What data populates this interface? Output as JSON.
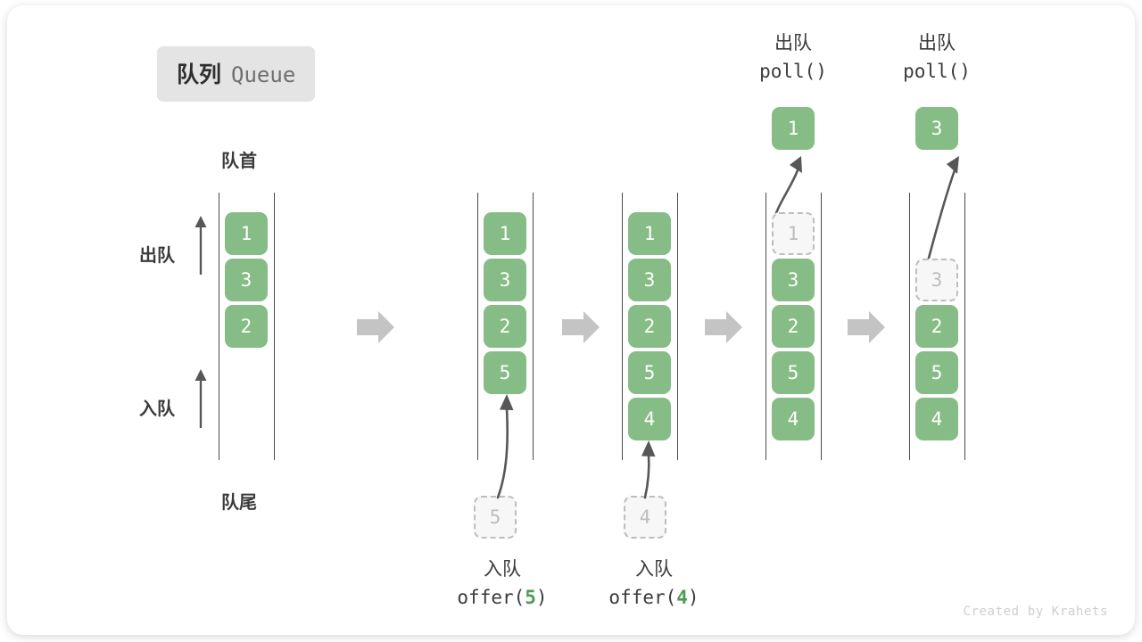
{
  "title": {
    "cn": "队列",
    "en": "Queue"
  },
  "labels": {
    "head": "队首",
    "tail": "队尾",
    "dequeue": "出队",
    "enqueue": "入队"
  },
  "watermark": "Created by Krahets",
  "colors": {
    "element": "#86bc86",
    "ghost_fill": "#f7f7f7",
    "ghost_border": "#bdbdbd",
    "rail": "#4a4a4a",
    "arrow": "#c4c4c4",
    "curve": "#575757",
    "badge_bg": "#e4e4e4",
    "text": "#3b3b3b",
    "accent_num": "#4f9a54"
  },
  "steps": [
    {
      "id": "initial",
      "header": null,
      "slots": [
        {
          "value": "1",
          "state": "filled"
        },
        {
          "value": "3",
          "state": "filled"
        },
        {
          "value": "2",
          "state": "filled"
        }
      ],
      "input": null,
      "output": null,
      "caption": null
    },
    {
      "id": "after-offer-5",
      "header": null,
      "slots": [
        {
          "value": "1",
          "state": "filled"
        },
        {
          "value": "3",
          "state": "filled"
        },
        {
          "value": "2",
          "state": "filled"
        },
        {
          "value": "5",
          "state": "filled"
        }
      ],
      "input": {
        "value": "5",
        "state": "ghost"
      },
      "output": null,
      "caption": {
        "line1": "入队",
        "fn": "offer(",
        "num": "5",
        "fn_end": ")"
      }
    },
    {
      "id": "after-offer-4",
      "header": null,
      "slots": [
        {
          "value": "1",
          "state": "filled"
        },
        {
          "value": "3",
          "state": "filled"
        },
        {
          "value": "2",
          "state": "filled"
        },
        {
          "value": "5",
          "state": "filled"
        },
        {
          "value": "4",
          "state": "filled"
        }
      ],
      "input": {
        "value": "4",
        "state": "ghost"
      },
      "output": null,
      "caption": {
        "line1": "入队",
        "fn": "offer(",
        "num": "4",
        "fn_end": ")"
      }
    },
    {
      "id": "after-poll-1",
      "header": {
        "line1": "出队",
        "line2": "poll()"
      },
      "slots": [
        {
          "value": "1",
          "state": "ghost"
        },
        {
          "value": "3",
          "state": "filled"
        },
        {
          "value": "2",
          "state": "filled"
        },
        {
          "value": "5",
          "state": "filled"
        },
        {
          "value": "4",
          "state": "filled"
        }
      ],
      "input": null,
      "output": {
        "value": "1"
      },
      "caption": null
    },
    {
      "id": "after-poll-3",
      "header": {
        "line1": "出队",
        "line2": "poll()"
      },
      "slots": [
        {
          "value": "",
          "state": "empty"
        },
        {
          "value": "3",
          "state": "ghost"
        },
        {
          "value": "2",
          "state": "filled"
        },
        {
          "value": "5",
          "state": "filled"
        },
        {
          "value": "4",
          "state": "filled"
        }
      ],
      "input": null,
      "output": {
        "value": "3"
      },
      "caption": null
    }
  ],
  "flow_arrows": 4
}
